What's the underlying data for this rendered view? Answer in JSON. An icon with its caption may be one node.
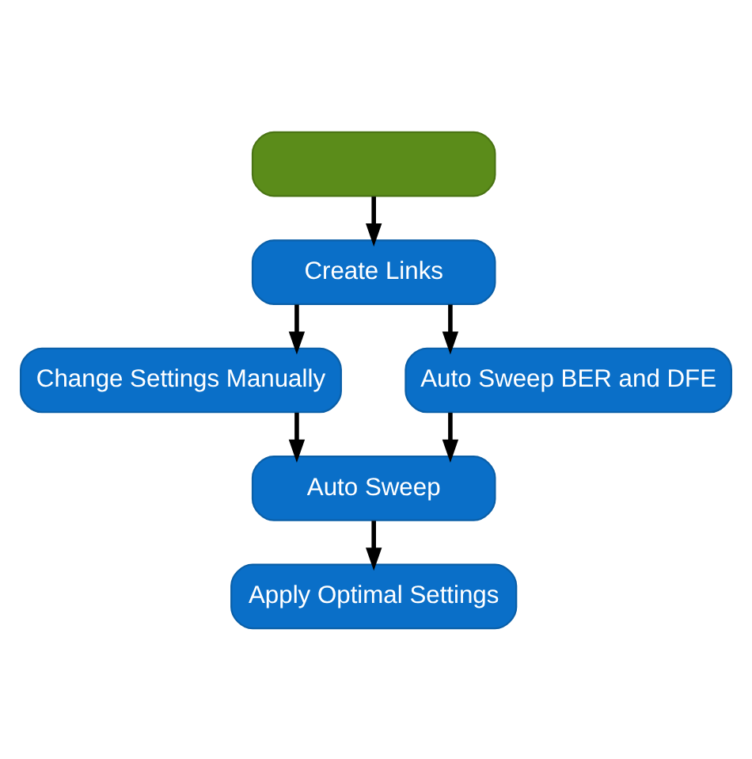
{
  "diagram": {
    "nodes": [
      {
        "text": [],
        "shape": "box"
      },
      {
        "text": [
          "Create Links"
        ]
      },
      {
        "text": [
          "Change Settings Manually"
        ]
      },
      {
        "text": [
          "Auto Sweep BER and DFE"
        ]
      },
      {
        "text": [
          "Auto Sweep"
        ]
      },
      {
        "text": [
          "Apply Optimal Settings"
        ]
      }
    ],
    "edges": [
      {
        "from": 0,
        "to": 1,
        "arrow": "to"
      },
      {
        "from": 1,
        "to": 2,
        "arrow": "to"
      },
      {
        "from": 1,
        "to": 3,
        "arrow": "to"
      },
      {
        "from": 2,
        "to": 4,
        "arrow": "to"
      },
      {
        "from": 3,
        "to": 4,
        "arrow": "to"
      },
      {
        "from": 4,
        "to": 5,
        "arrow": "to"
      }
    ]
  }
}
